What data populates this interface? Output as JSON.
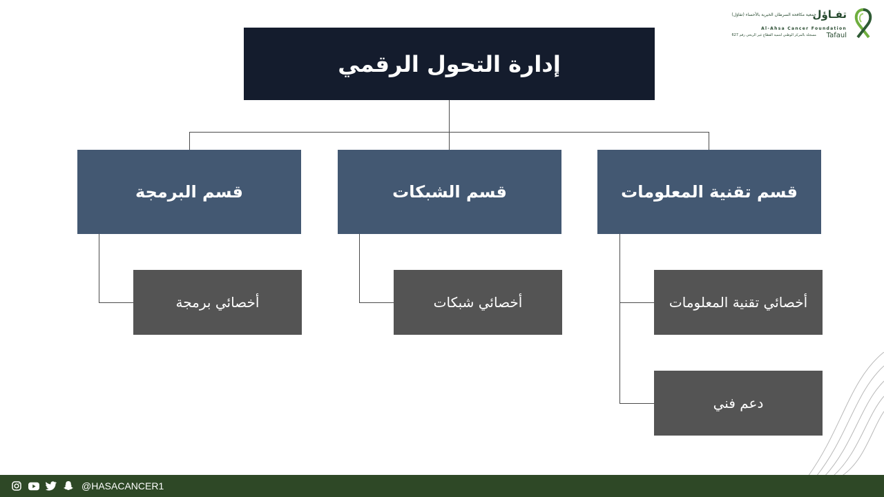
{
  "logo": {
    "arabic_name": "تفـاؤل",
    "arabic_subtitle": "جمعية مكافحة السرطان الخيرية بالأحساء (تفاؤل)",
    "english_name": "Al-Ahsa Cancer Foundation",
    "short_name": "Tafaul",
    "registration_note": "مسجلة بالمركز الوطني لتنمية القطاع غير الربحي رقم 627"
  },
  "org_chart": {
    "root": {
      "label": "إدارة التحول الرقمي"
    },
    "departments": [
      {
        "label": "قسم تقنية المعلومات",
        "roles": [
          "أخصائي تقنية المعلومات",
          "دعم فني"
        ]
      },
      {
        "label": "قسم الشبكات",
        "roles": [
          "أخصائي شبكات"
        ]
      },
      {
        "label": "قسم البرمجة",
        "roles": [
          "أخصائي برمجة"
        ]
      }
    ]
  },
  "footer": {
    "handle": "@HASACANCER1",
    "icons": [
      "instagram-icon",
      "youtube-icon",
      "twitter-icon",
      "snapchat-icon"
    ]
  },
  "colors": {
    "root_box": "#141c2d",
    "department_box": "#435872",
    "role_box": "#545454",
    "footer_bar": "#2e4826",
    "brand_green": "#274a2f"
  }
}
